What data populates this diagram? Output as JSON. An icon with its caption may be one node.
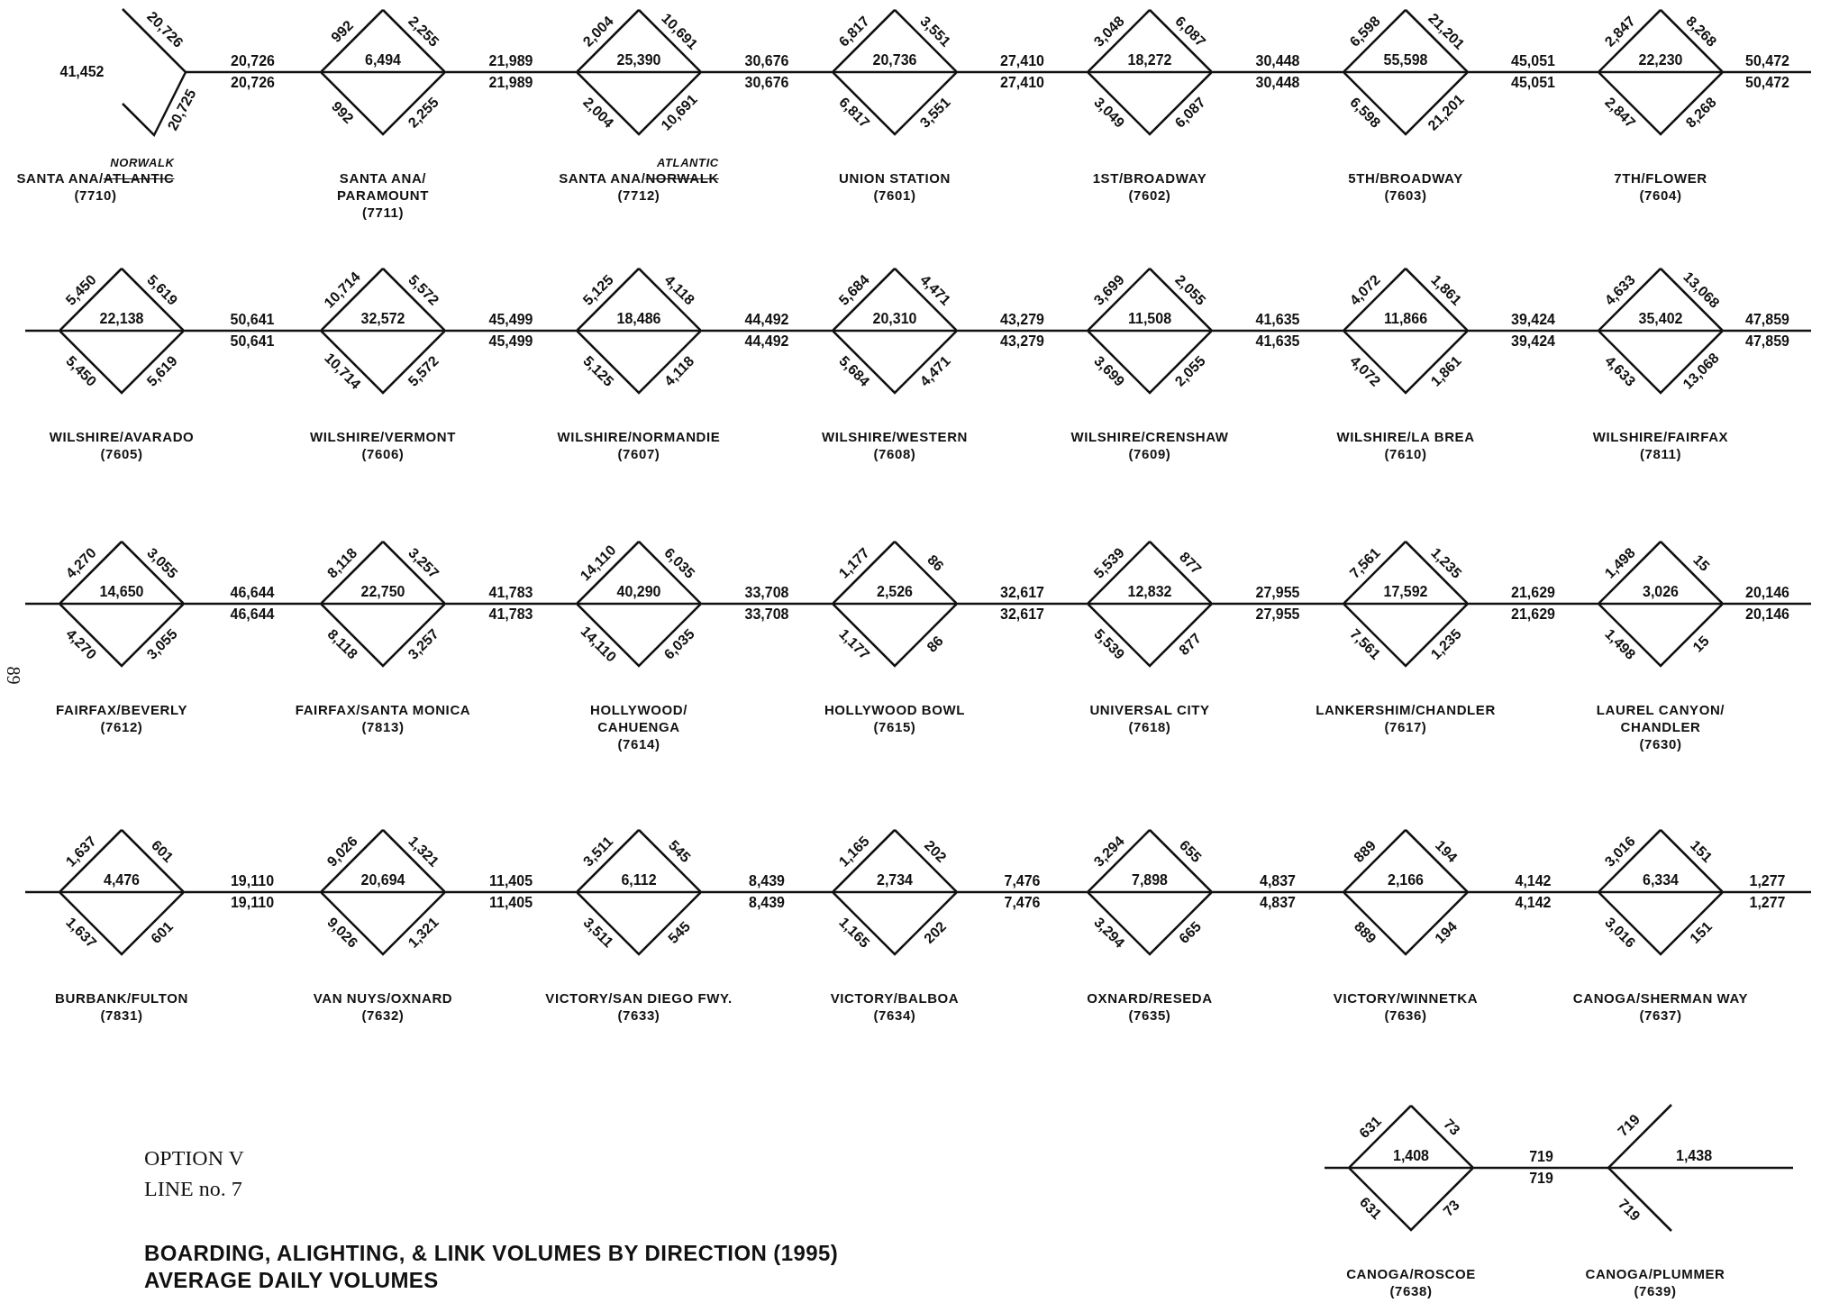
{
  "diagram": {
    "title": "BOARDING, ALIGHTING, & LINK VOLUMES BY DIRECTION (1995) AVERAGE DAILY VOLUMES",
    "nodes": [
      {
        "text": [
          "41,452",
          "20,726",
          "20,725"
        ],
        "beside": [
          "SANTA ANA/",
          "ATLANTIC",
          "NORWALK",
          "(7710)"
        ]
      },
      {
        "text": [
          "6,494"
        ],
        "beside": [
          "992",
          "2,255",
          "992",
          "2,255",
          "SANTA ANA/ PARAMOUNT",
          "(7711)"
        ]
      },
      {
        "text": [
          "25,390"
        ],
        "beside": [
          "2,004",
          "10,691",
          "2,004",
          "10,691",
          "SANTA ANA/",
          "NORWALK",
          "ATLANTIC",
          "(7712)"
        ]
      },
      {
        "text": [
          "20,736"
        ],
        "beside": [
          "6,817",
          "3,551",
          "6,817",
          "3,551",
          "UNION STATION",
          "(7601)"
        ]
      },
      {
        "text": [
          "18,272"
        ],
        "beside": [
          "3,048",
          "6,087",
          "3,049",
          "6,087",
          "1ST/BROADWAY",
          "(7602)"
        ]
      },
      {
        "text": [
          "55,598"
        ],
        "beside": [
          "6,598",
          "21,201",
          "6,598",
          "21,201",
          "5TH/BROADWAY",
          "(7603)"
        ]
      },
      {
        "text": [
          "22,230"
        ],
        "beside": [
          "2,847",
          "8,268",
          "2,847",
          "8,268",
          "7TH/FLOWER",
          "(7604)"
        ]
      },
      {
        "text": [
          "22,138"
        ],
        "beside": [
          "5,450",
          "5,619",
          "5,450",
          "5,619",
          "WILSHIRE/AVARADO",
          "(7605)"
        ]
      },
      {
        "text": [
          "32,572"
        ],
        "beside": [
          "10,714",
          "5,572",
          "10,714",
          "5,572",
          "WILSHIRE/VERMONT",
          "(7606)"
        ]
      },
      {
        "text": [
          "18,486"
        ],
        "beside": [
          "5,125",
          "4,118",
          "5,125",
          "4,118",
          "WILSHIRE/NORMANDIE",
          "(7607)"
        ]
      },
      {
        "text": [
          "20,310"
        ],
        "beside": [
          "5,684",
          "4,471",
          "5,684",
          "4,471",
          "WILSHIRE/WESTERN",
          "(7608)"
        ]
      },
      {
        "text": [
          "11,508"
        ],
        "beside": [
          "3,699",
          "2,055",
          "3,699",
          "2,055",
          "WILSHIRE/CRENSHAW",
          "(7609)"
        ]
      },
      {
        "text": [
          "11,866"
        ],
        "beside": [
          "4,072",
          "1,861",
          "4,072",
          "1,861",
          "WILSHIRE/LA BREA",
          "(7610)"
        ]
      },
      {
        "text": [
          "35,402"
        ],
        "beside": [
          "4,633",
          "13,068",
          "4,633",
          "13,068",
          "WILSHIRE/FAIRFAX",
          "(7811)"
        ]
      },
      {
        "text": [
          "14,650"
        ],
        "beside": [
          "4,270",
          "3,055",
          "4,270",
          "3,055",
          "FAIRFAX/BEVERLY",
          "(7612)"
        ]
      },
      {
        "text": [
          "22,750"
        ],
        "beside": [
          "8,118",
          "3,257",
          "8,118",
          "3,257",
          "FAIRFAX/SANTA MONICA",
          "(7813)"
        ]
      },
      {
        "text": [
          "40,290"
        ],
        "beside": [
          "14,110",
          "6,035",
          "14,110",
          "6,035",
          "HOLLYWOOD/ CAHUENGA",
          "(7614)"
        ]
      },
      {
        "text": [
          "2,526"
        ],
        "beside": [
          "1,177",
          "86",
          "1,177",
          "86",
          "HOLLYWOOD BOWL",
          "(7615)"
        ]
      },
      {
        "text": [
          "12,832"
        ],
        "beside": [
          "5,539",
          "877",
          "5,539",
          "877",
          "UNIVERSAL CITY",
          "(7618)"
        ]
      },
      {
        "text": [
          "17,592"
        ],
        "beside": [
          "7,561",
          "1,235",
          "7,561",
          "1,235",
          "LANKERSHIM/CHANDLER",
          "(7617)"
        ]
      },
      {
        "text": [
          "3,026"
        ],
        "beside": [
          "1,498",
          "15",
          "1,498",
          "15",
          "LAUREL CANYON/ CHANDLER",
          "(7630)"
        ]
      },
      {
        "text": [
          "4,476"
        ],
        "beside": [
          "1,637",
          "601",
          "1,637",
          "601",
          "BURBANK/FULTON",
          "(7831)"
        ]
      },
      {
        "text": [
          "20,694"
        ],
        "beside": [
          "9,026",
          "1,321",
          "9,026",
          "1,321",
          "VAN NUYS/OXNARD",
          "(7632)"
        ]
      },
      {
        "text": [
          "6,112"
        ],
        "beside": [
          "3,511",
          "545",
          "3,511",
          "545",
          "VICTORY/SAN DIEGO FWY.",
          "(7633)"
        ]
      },
      {
        "text": [
          "2,734"
        ],
        "beside": [
          "1,165",
          "202",
          "1,165",
          "202",
          "VICTORY/BALBOA",
          "(7634)"
        ]
      },
      {
        "text": [
          "7,898"
        ],
        "beside": [
          "3,294",
          "655",
          "3,294",
          "665",
          "OXNARD/RESEDA",
          "(7635)"
        ]
      },
      {
        "text": [
          "2,166"
        ],
        "beside": [
          "889",
          "194",
          "889",
          "194",
          "VICTORY/WINNETKA",
          "(7636)"
        ]
      },
      {
        "text": [
          "6,334"
        ],
        "beside": [
          "3,016",
          "151",
          "3,016",
          "151",
          "CANOGA/SHERMAN WAY",
          "(7637)"
        ]
      },
      {
        "text": [
          "1,408"
        ],
        "beside": [
          "631",
          "73",
          "631",
          "73",
          "CANOGA/ROSCOE",
          "(7638)"
        ]
      },
      {
        "text": [
          "1,438",
          "719",
          "719"
        ],
        "beside": [
          "CANOGA/PLUMMER",
          "(7639)"
        ]
      }
    ],
    "edges": [
      {
        "from": 0,
        "to": 1,
        "arrow": "none",
        "label": "20,726 20,726"
      },
      {
        "from": 1,
        "to": 2,
        "arrow": "none",
        "label": "21,989 21,989"
      },
      {
        "from": 2,
        "to": 3,
        "arrow": "none",
        "label": "30,676 30,676"
      },
      {
        "from": 3,
        "to": 4,
        "arrow": "none",
        "label": "27,410 27,410"
      },
      {
        "from": 4,
        "to": 5,
        "arrow": "none",
        "label": "30,448 30,448"
      },
      {
        "from": 5,
        "to": 6,
        "arrow": "none",
        "label": "45,051 45,051"
      },
      {
        "from": 6,
        "to": null,
        "arrow": "none",
        "label": "50,472 50,472"
      },
      {
        "from": null,
        "to": 7,
        "arrow": "none"
      },
      {
        "from": 7,
        "to": 8,
        "arrow": "none",
        "label": "50,641 50,641"
      },
      {
        "from": 8,
        "to": 9,
        "arrow": "none",
        "label": "45,499 45,499"
      },
      {
        "from": 9,
        "to": 10,
        "arrow": "none",
        "label": "44,492 44,492"
      },
      {
        "from": 10,
        "to": 11,
        "arrow": "none",
        "label": "43,279 43,279"
      },
      {
        "from": 11,
        "to": 12,
        "arrow": "none",
        "label": "41,635 41,635"
      },
      {
        "from": 12,
        "to": 13,
        "arrow": "none",
        "label": "39,424 39,424"
      },
      {
        "from": 13,
        "to": null,
        "arrow": "none",
        "label": "47,859 47,859"
      },
      {
        "from": null,
        "to": 14,
        "arrow": "none"
      },
      {
        "from": 14,
        "to": 15,
        "arrow": "none",
        "label": "46,644 46,644"
      },
      {
        "from": 15,
        "to": 16,
        "arrow": "none",
        "label": "41,783 41,783"
      },
      {
        "from": 16,
        "to": 17,
        "arrow": "none",
        "label": "33,708 33,708"
      },
      {
        "from": 17,
        "to": 18,
        "arrow": "none",
        "label": "32,617 32,617"
      },
      {
        "from": 18,
        "to": 19,
        "arrow": "none",
        "label": "27,955 27,955"
      },
      {
        "from": 19,
        "to": 20,
        "arrow": "none",
        "label": "21,629 21,629"
      },
      {
        "from": 20,
        "to": null,
        "arrow": "none",
        "label": "20,146 20,146"
      },
      {
        "from": null,
        "to": 21,
        "arrow": "none"
      },
      {
        "from": 21,
        "to": 22,
        "arrow": "none",
        "label": "19,110 19,110"
      },
      {
        "from": 22,
        "to": 23,
        "arrow": "none",
        "label": "11,405 11,405"
      },
      {
        "from": 23,
        "to": 24,
        "arrow": "none",
        "label": "8,439 8,439"
      },
      {
        "from": 24,
        "to": 25,
        "arrow": "none",
        "label": "7,476 7,476"
      },
      {
        "from": 25,
        "to": 26,
        "arrow": "none",
        "label": "4,837 4,837"
      },
      {
        "from": 26,
        "to": 27,
        "arrow": "none",
        "label": "4,142 4,142"
      },
      {
        "from": 27,
        "to": null,
        "arrow": "none",
        "label": "1,277 1,277"
      },
      {
        "from": null,
        "to": 28,
        "arrow": "none"
      },
      {
        "from": 28,
        "to": 29,
        "arrow": "none",
        "label": "719 719"
      }
    ],
    "labels": [
      "89",
      "OPTION V",
      "LINE no. 7"
    ]
  }
}
